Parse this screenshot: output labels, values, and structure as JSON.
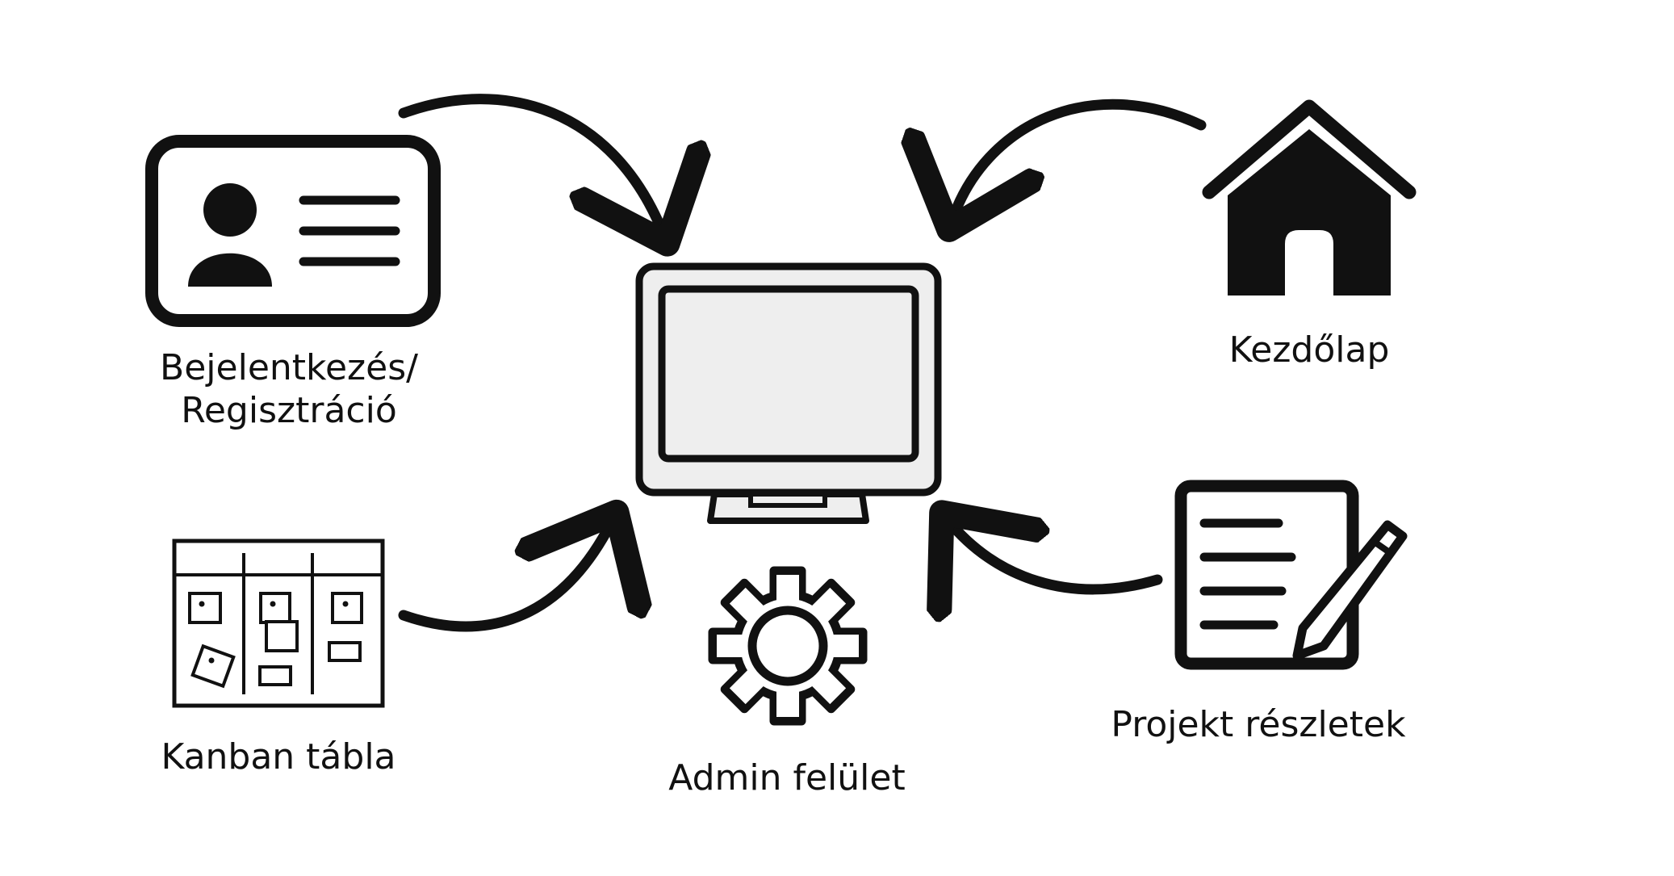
{
  "nodes": {
    "login": {
      "label_line1": "Bejelentkezés/",
      "label_line2": "Regisztráció",
      "icon": "id-card-icon"
    },
    "home": {
      "label": "Kezdőlap",
      "icon": "house-icon"
    },
    "kanban": {
      "label": "Kanban tábla",
      "icon": "kanban-board-icon"
    },
    "admin": {
      "label": "Admin felület",
      "icon": "gear-icon"
    },
    "project": {
      "label": "Projekt részletek",
      "icon": "document-pencil-icon"
    },
    "center": {
      "icon": "monitor-icon"
    }
  },
  "edges": [
    {
      "from": "login",
      "to": "center"
    },
    {
      "from": "home",
      "to": "center"
    },
    {
      "from": "kanban",
      "to": "center"
    },
    {
      "from": "project",
      "to": "center"
    }
  ],
  "colors": {
    "stroke": "#111111",
    "screen_fill": "#eeeeee",
    "background": "#ffffff"
  }
}
